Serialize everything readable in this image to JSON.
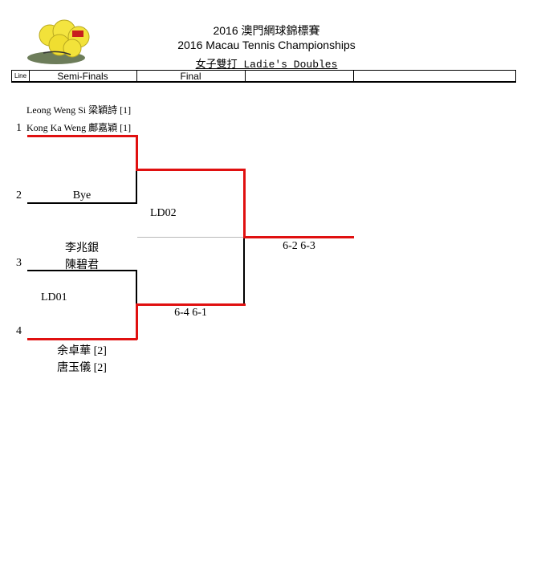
{
  "header": {
    "title_zh": "2016 澳門網球錦標賽",
    "title_en": "2016 Macau Tennis Championships",
    "event": "女子雙打 Ladie's Doubles"
  },
  "columns": {
    "line": "Line",
    "semi": "Semi-Finals",
    "final": "Final",
    "col4": "",
    "col5": ""
  },
  "draw": {
    "lines": [
      "1",
      "2",
      "3",
      "4"
    ],
    "p1_player_a": "Leong Weng Si 梁穎詩 [1]",
    "p1_player_b": "Kong Ka Weng 鄺嘉穎 [1]",
    "p2_player": "Bye",
    "p3_player_a": "李兆銀",
    "p3_player_b": "陳碧君",
    "p4_player_a": "余卓華 [2]",
    "p4_player_b": "唐玉儀 [2]",
    "match_ld01": "LD01",
    "match_ld02": "LD02",
    "semi2_score": "6-4 6-1",
    "final_score": "6-2 6-3"
  },
  "colors": {
    "winner_line": "#e01010",
    "draw_line": "#000000",
    "divider": "#b8b8b8",
    "logo_ball": "#f2e23a"
  }
}
